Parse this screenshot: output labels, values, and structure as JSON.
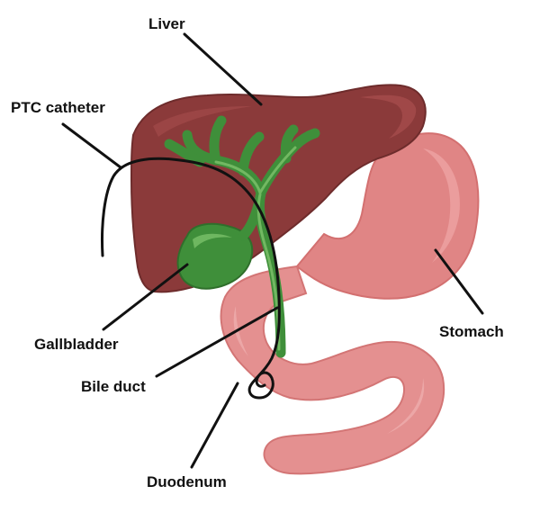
{
  "labels": {
    "liver": "Liver",
    "ptc_catheter": "PTC catheter",
    "gallbladder": "Gallbladder",
    "bile_duct": "Bile duct",
    "stomach": "Stomach",
    "duodenum": "Duodenum"
  },
  "colors": {
    "liver_fill": "#8b3a3a",
    "liver_highlight": "#a24a4a",
    "stomach_fill": "#e08585",
    "stomach_light": "#eea3a3",
    "duodenum_fill": "#e49090",
    "bile_green": "#3f8f3a",
    "bile_light": "#7bc06a",
    "catheter": "#111111",
    "leader": "#111111",
    "text": "#111111"
  }
}
